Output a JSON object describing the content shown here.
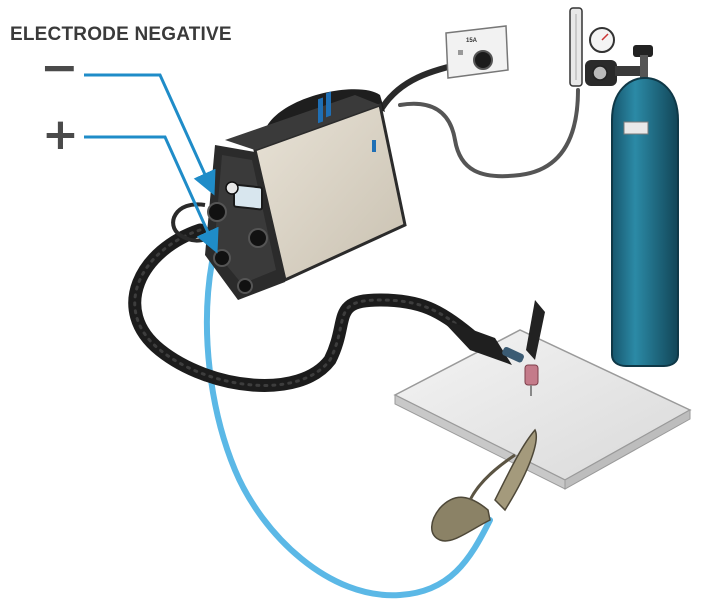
{
  "diagram": {
    "title": "ELECTRODE NEGATIVE",
    "negative_symbol": "−",
    "positive_symbol": "+",
    "outlet_rating": "15A",
    "colors": {
      "callout_blue": "#1f8cc8",
      "ground_cable_blue": "#5bb8e6",
      "welder_body": "#d9d2c4",
      "welder_frame": "#2b2b2b",
      "gas_cylinder": "#1f6f8b",
      "workpiece": "#ececec"
    },
    "icons": [
      "tig-welder",
      "tig-torch",
      "earth-clamp",
      "gas-cylinder",
      "gas-regulator",
      "power-outlet",
      "workpiece"
    ]
  }
}
